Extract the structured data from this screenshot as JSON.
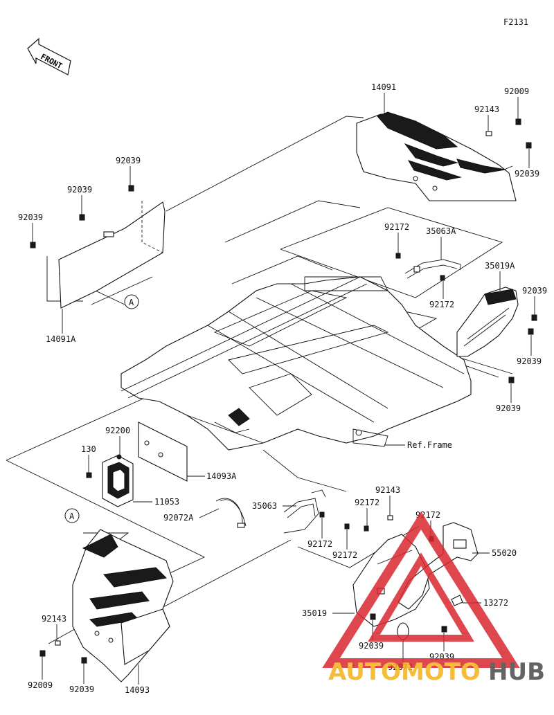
{
  "figure_code": "F2131",
  "front_label": "FRONT",
  "ref_frame_label": "Ref.Frame",
  "callout_a": "A",
  "watermark": {
    "text_a": "AUTOMOTO",
    "text_b": "HUB",
    "color_a": "#f5b21a",
    "color_b": "#4a4a4a",
    "triangle_color": "#d9282f"
  },
  "parts": {
    "p14091": "14091",
    "p92009_top": "92009",
    "p92143_top": "92143",
    "p92039_tr": "92039",
    "p92039_a": "92039",
    "p92039_b": "92039",
    "p92039_c": "92039",
    "p14091a": "14091A",
    "p92172_a": "92172",
    "p35063a": "35063A",
    "p35019a": "35019A",
    "p92172_b": "92172",
    "p92039_r1": "92039",
    "p92039_r2": "92039",
    "p92039_r3": "92039",
    "p92200": "92200",
    "p130": "130",
    "p14093a": "14093A",
    "p11053": "11053",
    "p92072a": "92072A",
    "p35063": "35063",
    "p92143_mid": "92143",
    "p92172_c": "92172",
    "p92172_d": "92172",
    "p92172_e": "92172",
    "p92172_f": "92172",
    "p55020": "55020",
    "p13272": "13272",
    "p35019": "35019",
    "p92039_bm": "92039",
    "p92072": "92072",
    "p92039_bm2": "92039",
    "p92143_bl": "92143",
    "p92009_bl": "92009",
    "p92039_bl": "92039",
    "p14093": "14093"
  }
}
